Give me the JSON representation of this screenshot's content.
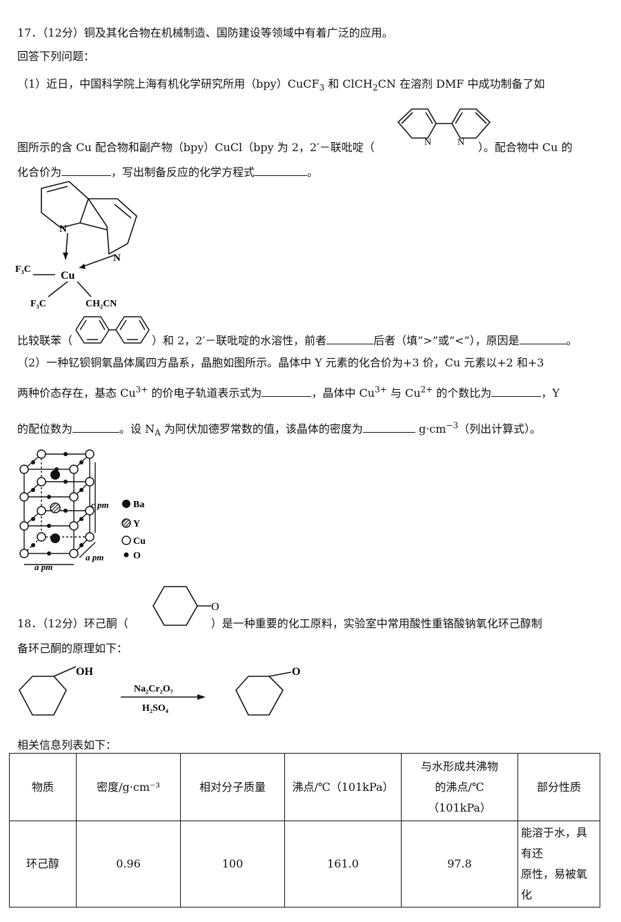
{
  "q17": {
    "intro": "17．（12分）铜及其化合物在机械制造、国防建设等领域中有着广泛的应用。",
    "ask": "回答下列问题：",
    "p1_a": "（1）近日，中国科学院上海有机化学研究所用（bpy）CuCF",
    "p1_sub3": "3",
    "p1_b": " 和 ClCH",
    "p1_sub2": "2",
    "p1_c": "CN 在溶剂 DMF 中成功制备了如",
    "p2_a": "图所示的含 Cu 配合物和副产物（bpy）CuCl（bpy 为 2，2′－联吡啶（",
    "p2_b": "）。配合物中 Cu 的",
    "p3_a": "化合价为",
    "p3_b": "，写出制备反应的化学方程式",
    "p3_c": "。",
    "complex_labels": {
      "n": "N",
      "cu": "Cu",
      "f3c": "F₃C",
      "ch2cn": "CH₂CN"
    },
    "p4_a": "比较联苯（",
    "p4_b": "）和 2，2′－联吡啶的水溶性，前者",
    "p4_c": "后者（填“>”或“<”），原因是",
    "p4_d": "。",
    "p5": "（2）一种钇钡铜氧晶体属四方晶系，晶胞如图所示。晶体中 Y 元素的化合价为+3 价，Cu 元素以+2 和+3",
    "p6_a": "两种价态存在，基态 Cu",
    "p6_sup1": "3+",
    "p6_b": " 的价电子轨道表示式为",
    "p6_c": "，晶体中 Cu",
    "p6_sup2": "3+",
    "p6_d": " 与 Cu",
    "p6_sup3": "2+",
    "p6_e": " 的个数比为",
    "p6_f": "，Y",
    "p7_a": "的配位数为",
    "p7_b": "。设 N",
    "p7_sub": "A",
    "p7_c": " 为阿伏加德罗常数的值，该晶体的密度为",
    "p7_d": " g·cm",
    "p7_sup": "−3",
    "p7_e": "（列出计算式）。",
    "legend": {
      "ba": "Ba",
      "y": "Y",
      "cu": "Cu",
      "o": "O",
      "c": "c pm",
      "a1": "a pm",
      "a2": "a pm"
    }
  },
  "q18": {
    "p1_a": "18．（12分）环己酮（",
    "p1_b": "）是一种重要的化工原料，实验室中常用酸性重铬酸钠氧化环己醇制",
    "p2": "备环己酮的原理如下：",
    "reagent_top": "Na₂Cr₂O₇",
    "reagent_bottom": "H₂SO₄",
    "oh": "OH",
    "o": "O",
    "table_caption": "相关信息列表如下：",
    "table": {
      "headers": [
        "物质",
        "密度/g·cm⁻³",
        "相对分子质量",
        "沸点/℃（101kPa）",
        "与水形成共沸物",
        "的沸点/℃",
        "（101kPa）",
        "部分性质"
      ],
      "row": [
        "环己醇",
        "0.96",
        "100",
        "161.0",
        "97.8",
        "能溶于水，具有还",
        "原性，易被氧化"
      ]
    }
  }
}
